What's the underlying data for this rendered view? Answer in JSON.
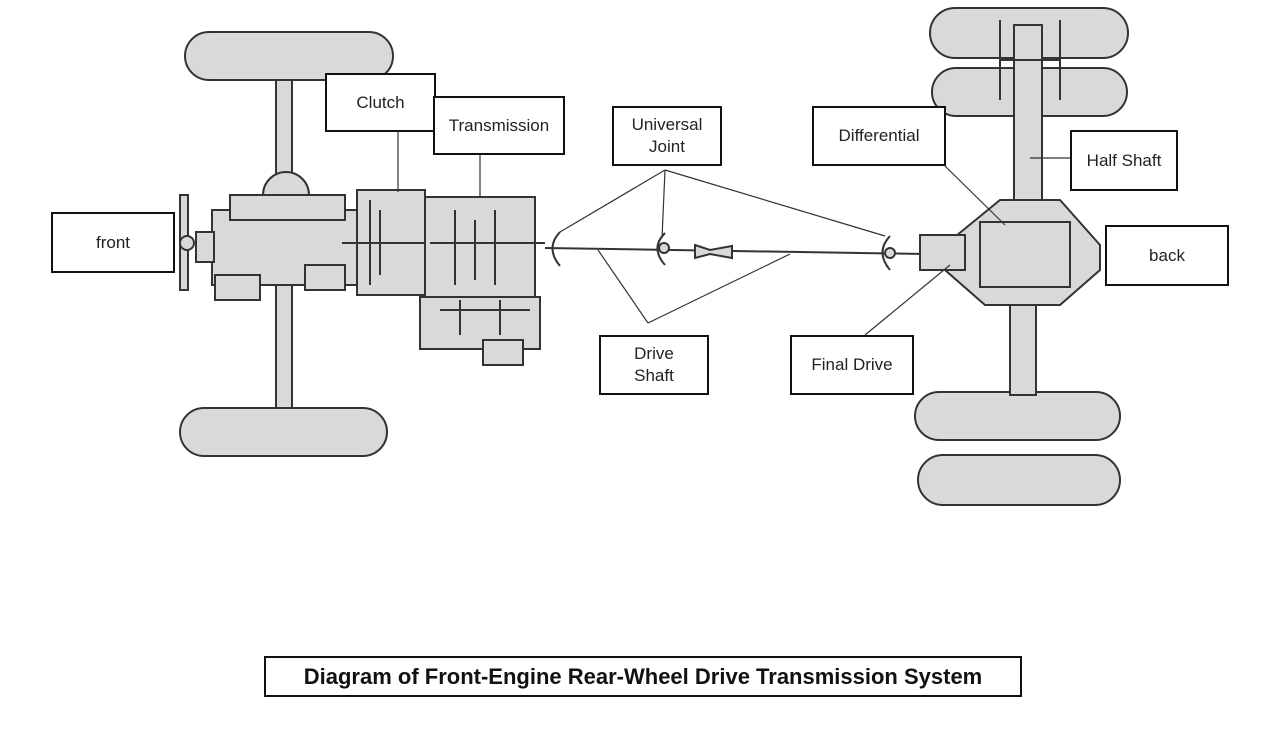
{
  "labels": {
    "front": "front",
    "clutch": "Clutch",
    "transmission": "Transmission",
    "universal_joint": "Universal\nJoint",
    "drive_shaft": "Drive\nShaft",
    "differential": "Differential",
    "half_shaft": "Half Shaft",
    "final_drive": "Final Drive",
    "back": "back"
  },
  "caption": "Diagram of Front-Engine Rear-Wheel Drive Transmission System",
  "colors": {
    "part_fill": "#d9d9d9",
    "stroke": "#333333",
    "label_border": "#111111"
  }
}
